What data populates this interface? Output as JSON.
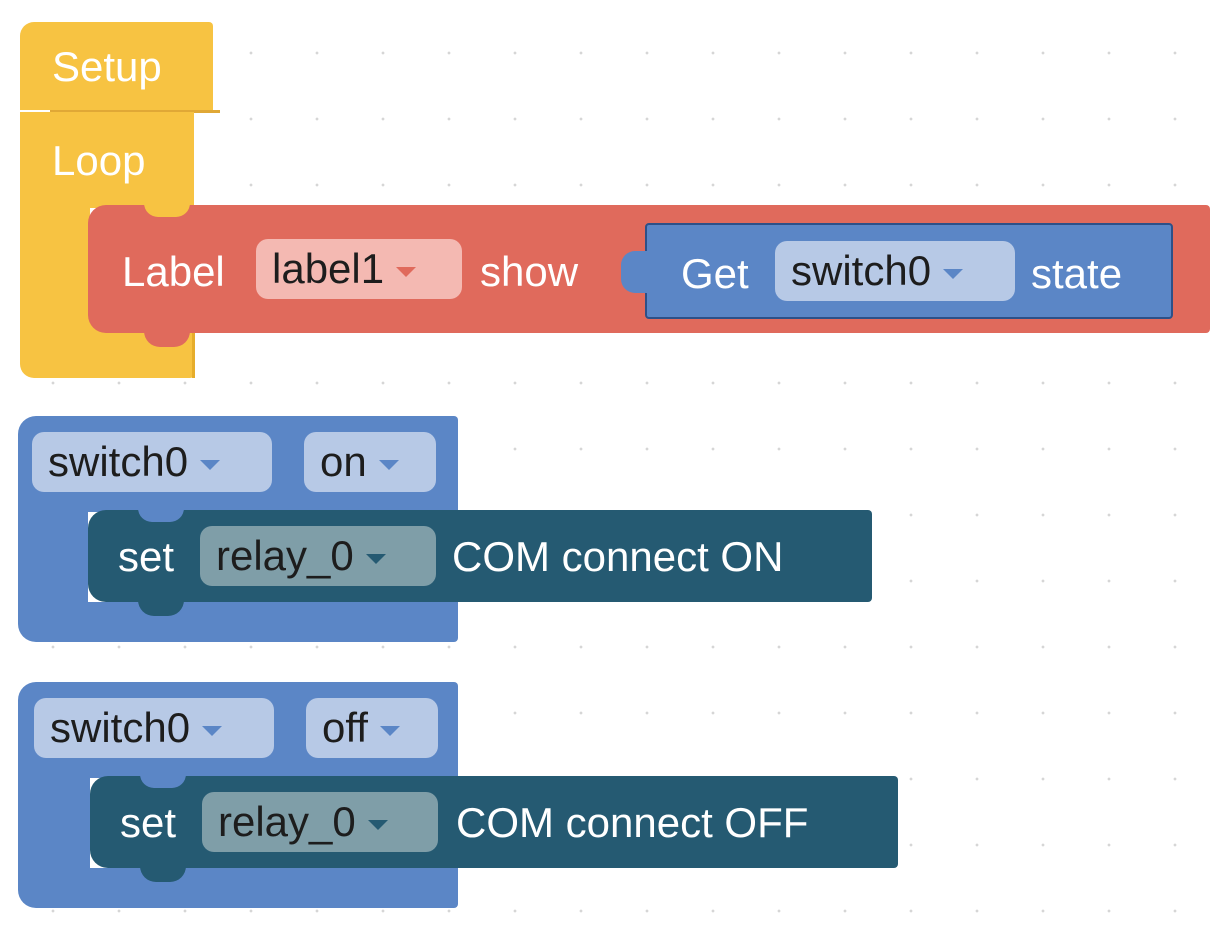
{
  "blocks": {
    "setup": {
      "label": "Setup"
    },
    "loop": {
      "label": "Loop"
    },
    "label_show": {
      "prefix": "Label",
      "dropdown": "label1",
      "suffix": "show",
      "get_block": {
        "prefix": "Get",
        "dropdown": "switch0",
        "suffix": "state"
      }
    },
    "switch_on_event": {
      "switch_dropdown": "switch0",
      "state_dropdown": "on",
      "action": {
        "prefix": "set",
        "dropdown": "relay_0",
        "suffix": "COM connect ON"
      }
    },
    "switch_off_event": {
      "switch_dropdown": "switch0",
      "state_dropdown": "off",
      "action": {
        "prefix": "set",
        "dropdown": "relay_0",
        "suffix": "COM connect OFF"
      }
    }
  },
  "colors": {
    "setup_loop": "#f7c342",
    "label_block": "#e06a5c",
    "label_dropdown": "#f4b9b2",
    "get_block": "#5b86c6",
    "event_block": "#5b86c6",
    "event_dropdown": "#b7c9e6",
    "relay_block": "#255a72",
    "relay_dropdown": "#7f9ea8"
  }
}
